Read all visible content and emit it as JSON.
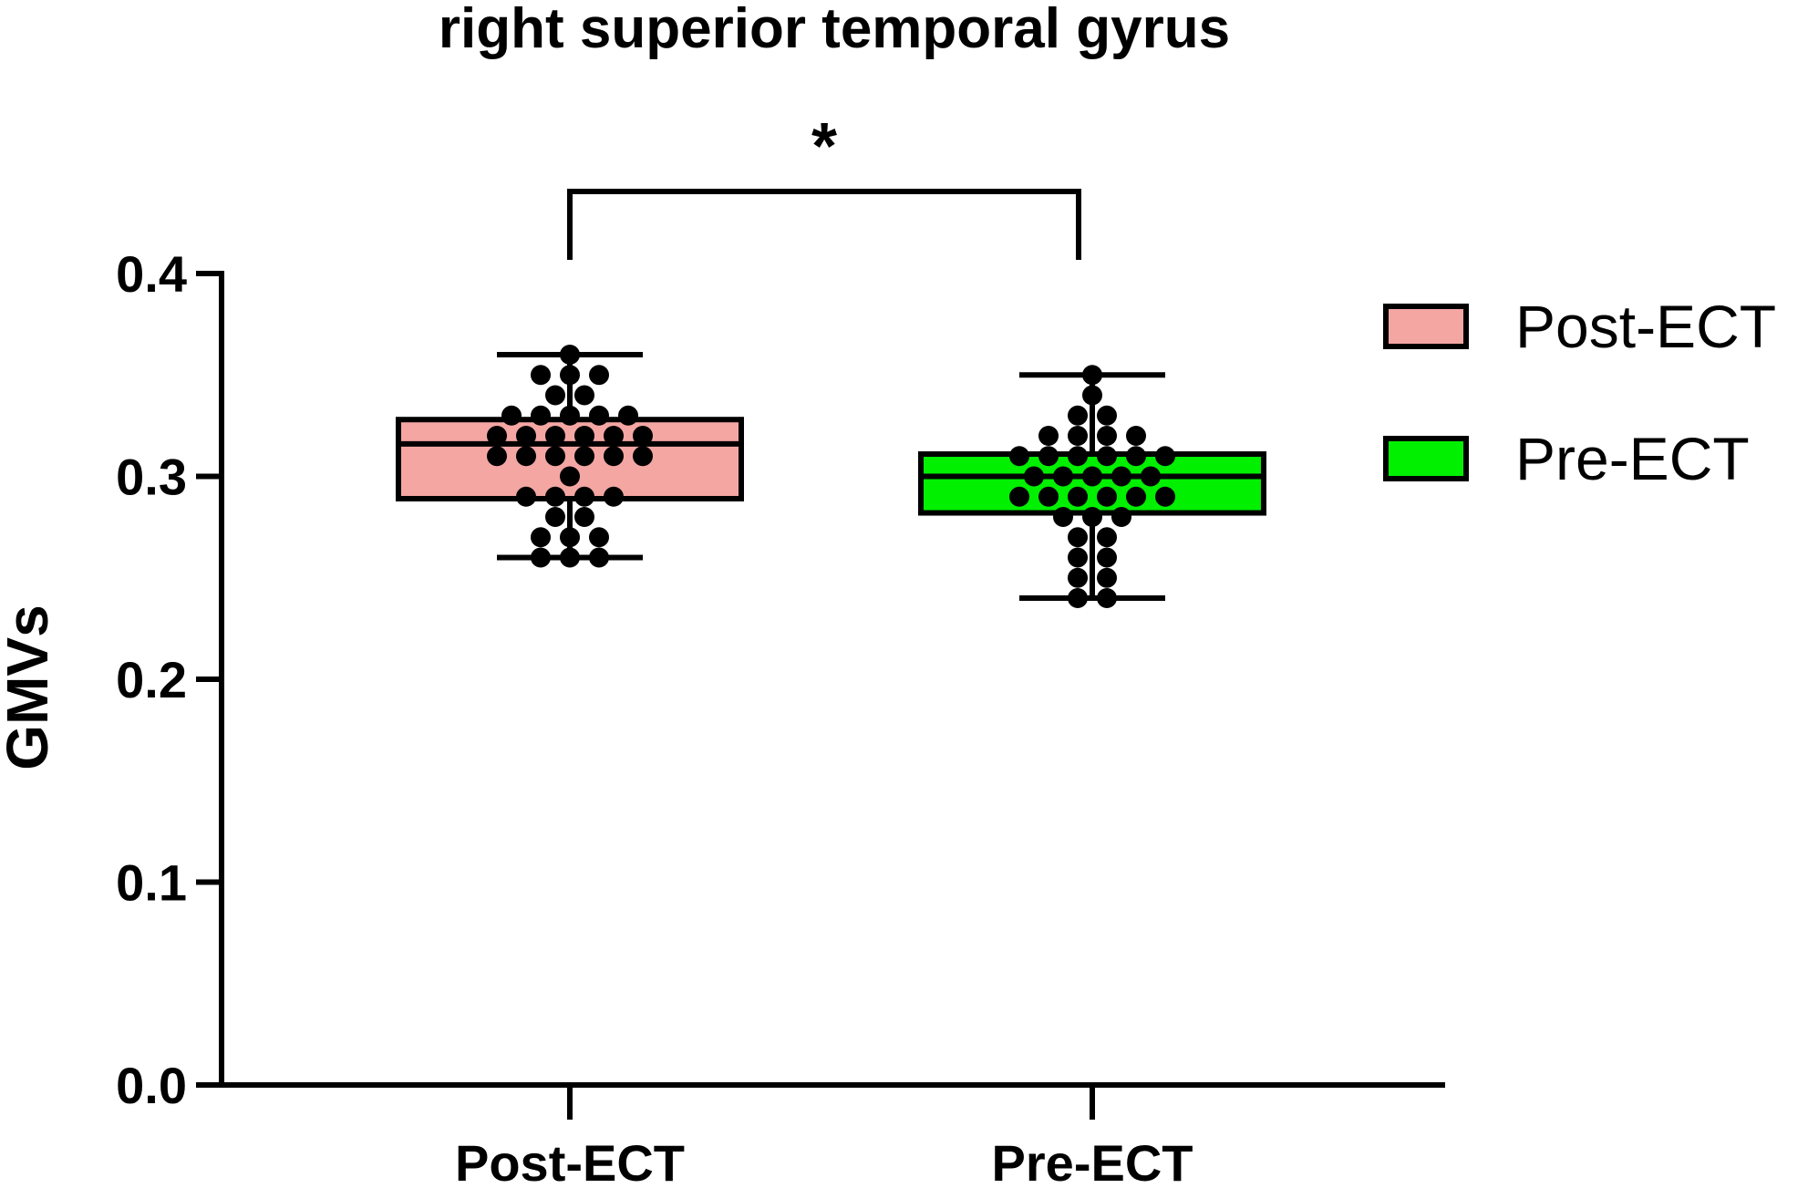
{
  "chart_data": {
    "type": "box",
    "title": "right superior temporal gyrus",
    "xlabel": "",
    "ylabel": "GMVs",
    "ylim": [
      0,
      0.4
    ],
    "yticks": [
      "0.0",
      "0.1",
      "0.2",
      "0.3",
      "0.4"
    ],
    "categories": [
      "Post-ECT",
      "Pre-ECT"
    ],
    "series": [
      {
        "name": "Post-ECT",
        "color": "#f4a6a3",
        "box": {
          "min": 0.26,
          "q1": 0.289,
          "median": 0.316,
          "q3": 0.328,
          "max": 0.36
        },
        "points": [
          0.36,
          0.35,
          0.35,
          0.35,
          0.34,
          0.34,
          0.33,
          0.33,
          0.33,
          0.33,
          0.33,
          0.32,
          0.32,
          0.32,
          0.32,
          0.32,
          0.32,
          0.31,
          0.31,
          0.31,
          0.31,
          0.31,
          0.31,
          0.3,
          0.29,
          0.29,
          0.29,
          0.29,
          0.28,
          0.28,
          0.27,
          0.27,
          0.27,
          0.26,
          0.26,
          0.26
        ]
      },
      {
        "name": "Pre-ECT",
        "color": "#00f000",
        "box": {
          "min": 0.24,
          "q1": 0.282,
          "median": 0.3,
          "q3": 0.311,
          "max": 0.35
        },
        "points": [
          0.35,
          0.34,
          0.33,
          0.33,
          0.32,
          0.32,
          0.32,
          0.32,
          0.31,
          0.31,
          0.31,
          0.31,
          0.31,
          0.31,
          0.3,
          0.3,
          0.3,
          0.3,
          0.3,
          0.29,
          0.29,
          0.29,
          0.29,
          0.29,
          0.29,
          0.28,
          0.28,
          0.28,
          0.27,
          0.27,
          0.26,
          0.26,
          0.25,
          0.25,
          0.24,
          0.24
        ]
      }
    ],
    "significance": {
      "label": "*",
      "between": [
        "Post-ECT",
        "Pre-ECT"
      ]
    },
    "legend": {
      "position": "right",
      "entries": [
        "Post-ECT",
        "Pre-ECT"
      ]
    }
  }
}
